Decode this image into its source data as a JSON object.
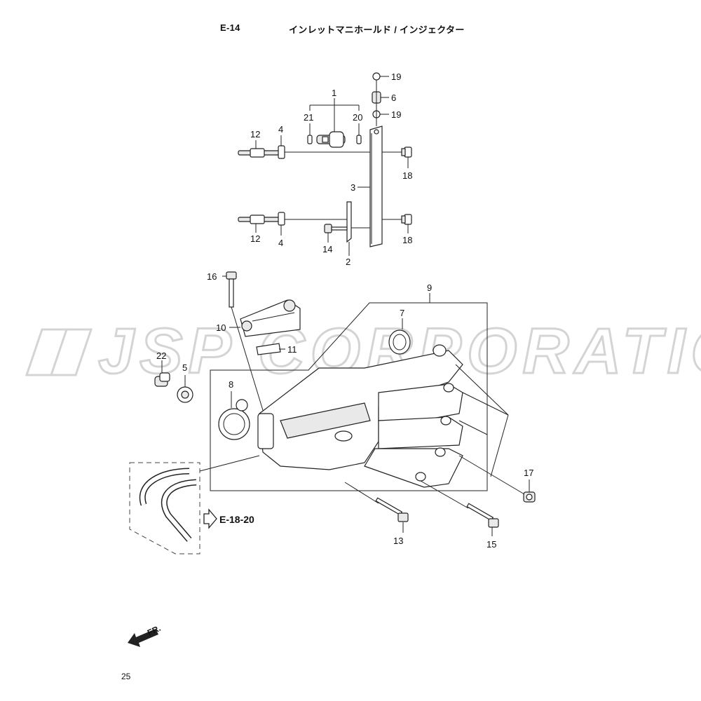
{
  "header": {
    "code": "E-14",
    "title": "インレットマニホールド / インジェクター"
  },
  "watermark": {
    "text": "JSP CORPORATION",
    "color": "#d4d4d4"
  },
  "callouts": [
    {
      "label": "1"
    },
    {
      "label": "2"
    },
    {
      "label": "3"
    },
    {
      "label": "4"
    },
    {
      "label": "4"
    },
    {
      "label": "5"
    },
    {
      "label": "6"
    },
    {
      "label": "7"
    },
    {
      "label": "8"
    },
    {
      "label": "9"
    },
    {
      "label": "10"
    },
    {
      "label": "11"
    },
    {
      "label": "12"
    },
    {
      "label": "12"
    },
    {
      "label": "13"
    },
    {
      "label": "14"
    },
    {
      "label": "15"
    },
    {
      "label": "16"
    },
    {
      "label": "17"
    },
    {
      "label": "18"
    },
    {
      "label": "18"
    },
    {
      "label": "19"
    },
    {
      "label": "19"
    },
    {
      "label": "20"
    },
    {
      "label": "21"
    },
    {
      "label": "22"
    }
  ],
  "reference": {
    "label": "E-18-20"
  },
  "direction": {
    "label": "FR."
  },
  "page_number": "25"
}
